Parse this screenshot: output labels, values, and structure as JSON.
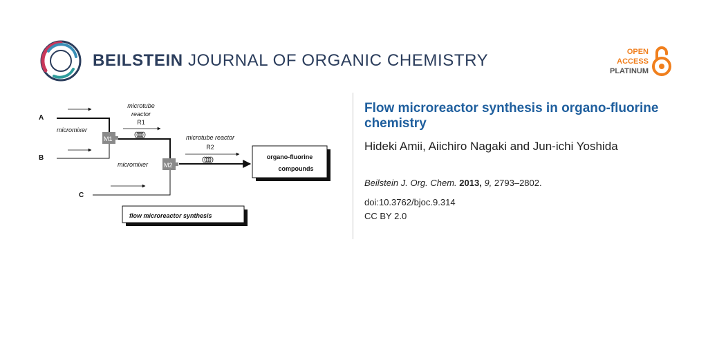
{
  "header": {
    "journal_bold": "BEILSTEIN",
    "journal_rest": " JOURNAL OF ORGANIC CHEMISTRY",
    "oa_line1": "OPEN",
    "oa_line2": "ACCESS",
    "oa_line3": "PLATINUM",
    "colors": {
      "journal": "#2b3d5c",
      "accent": "#f07f1d",
      "title": "#1f5f9e"
    }
  },
  "figure": {
    "input_a": "A",
    "input_b": "B",
    "input_c": "C",
    "micromixer_1": "micromixer",
    "micromixer_2": "micromixer",
    "mixer_1": "M1",
    "mixer_2": "M2",
    "reactor_1_line1": "microtube",
    "reactor_1_line2": "reactor",
    "reactor_1_id": "R1",
    "reactor_2_label": "microtube reactor",
    "reactor_2_id": "R2",
    "product_line1": "organo-fluorine",
    "product_line2": "compounds",
    "caption": "flow microreactor synthesis"
  },
  "article": {
    "title": "Flow microreactor synthesis in organo-fluorine chemistry",
    "authors": "Hideki Amii, Aiichiro Nagaki and Jun-ichi Yoshida",
    "journal_abbrev": "Beilstein J. Org. Chem.",
    "year": "2013,",
    "volume": "9,",
    "pages": "2793–2802.",
    "doi": "doi:10.3762/bjoc.9.314",
    "license": "CC BY 2.0"
  }
}
